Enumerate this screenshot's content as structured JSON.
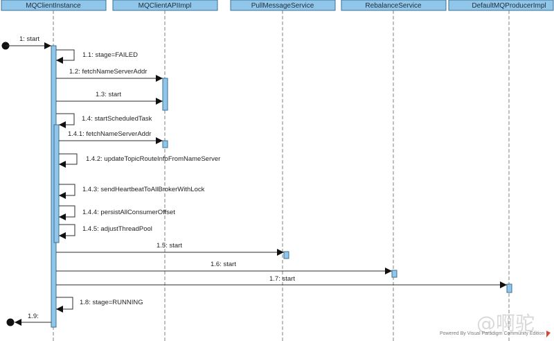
{
  "lifelines": [
    {
      "id": "client",
      "name": "MQClientInstance"
    },
    {
      "id": "api",
      "name": "MQClientAPIImpl"
    },
    {
      "id": "pull",
      "name": "PullMessageService"
    },
    {
      "id": "rebalance",
      "name": "RebalanceService"
    },
    {
      "id": "producer",
      "name": "DefaultMQProducerImpl"
    }
  ],
  "messages": [
    {
      "label": "1: start",
      "from": "found",
      "to": "client",
      "kind": "found"
    },
    {
      "label": "1.1: stage=FAILED",
      "from": "client",
      "to": "client",
      "kind": "self"
    },
    {
      "label": "1.2: fetchNameServerAddr",
      "from": "client",
      "to": "api",
      "kind": "sync"
    },
    {
      "label": "1.3: start",
      "from": "client",
      "to": "api",
      "kind": "sync"
    },
    {
      "label": "1.4: startScheduledTask",
      "from": "client",
      "to": "client",
      "kind": "self"
    },
    {
      "label": "1.4.1: fetchNameServerAddr",
      "from": "client",
      "to": "api",
      "kind": "sync"
    },
    {
      "label": "1.4.2: updateTopicRouteInfoFromNameServer",
      "from": "client",
      "to": "client",
      "kind": "self"
    },
    {
      "label": "1.4.3: sendHeartbeatToAllBrokerWithLock",
      "from": "client",
      "to": "client",
      "kind": "self"
    },
    {
      "label": "1.4.4: persistAllConsumerOffset",
      "from": "client",
      "to": "client",
      "kind": "self"
    },
    {
      "label": "1.4.5: adjustThreadPool",
      "from": "client",
      "to": "client",
      "kind": "self"
    },
    {
      "label": "1.5: start",
      "from": "client",
      "to": "pull",
      "kind": "sync"
    },
    {
      "label": "1.6: start",
      "from": "client",
      "to": "rebalance",
      "kind": "sync"
    },
    {
      "label": "1.7: start",
      "from": "client",
      "to": "producer",
      "kind": "sync"
    },
    {
      "label": "1.8: stage=RUNNING",
      "from": "client",
      "to": "client",
      "kind": "self"
    },
    {
      "label": "1.9:",
      "from": "client",
      "to": "lost",
      "kind": "return"
    }
  ],
  "footer": {
    "text": "Powered By Visual Paradigm Community Edition",
    "watermark": "@啊驼"
  },
  "colors": {
    "lifeline_fill": "#8fc6ea",
    "lifeline_stroke": "#3c6f92",
    "logo_red": "#d6483a"
  }
}
